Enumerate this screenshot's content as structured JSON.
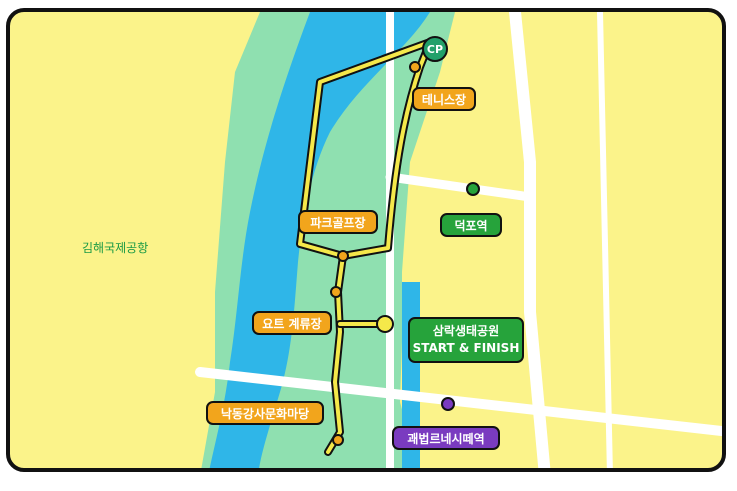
{
  "places": {
    "airport": "김해국제공항",
    "checkpoint": "CP",
    "tennis": "테니스장",
    "golf": "파크골프장",
    "yacht": "요트 계류장",
    "culture": "낙동강사문화마당",
    "dukpo": "덕포역",
    "start_name": "삼락생태공원",
    "start_sub": "START & FINISH",
    "station": "괘법르네시떼역"
  },
  "colors": {
    "land": "#fbf38a",
    "river": "#2fb6e8",
    "park": "#8fe0b0",
    "route": "#f5e84a",
    "marker_orange": "#f2a51c",
    "marker_green": "#26a33b",
    "marker_purple": "#7a3bc0",
    "checkpoint": "#22a06a"
  }
}
